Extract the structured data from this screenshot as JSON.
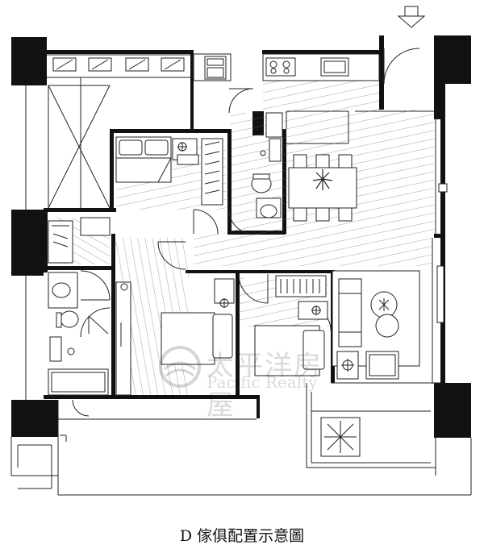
{
  "caption": "D 傢俱配置示意圖",
  "watermark": {
    "company_zh": "太平洋房屋",
    "company_en": "Pacific Realty"
  },
  "colors": {
    "wall": "#111111",
    "line": "#222222",
    "hatch": "#555555",
    "background": "#ffffff"
  },
  "icons": [
    "entrance-arrow-icon",
    "compass-mark-icon",
    "plant-icon",
    "sink-icon",
    "toilet-icon",
    "stove-icon",
    "bed-icon",
    "sofa-icon",
    "dining-table-icon",
    "tv-icon"
  ]
}
